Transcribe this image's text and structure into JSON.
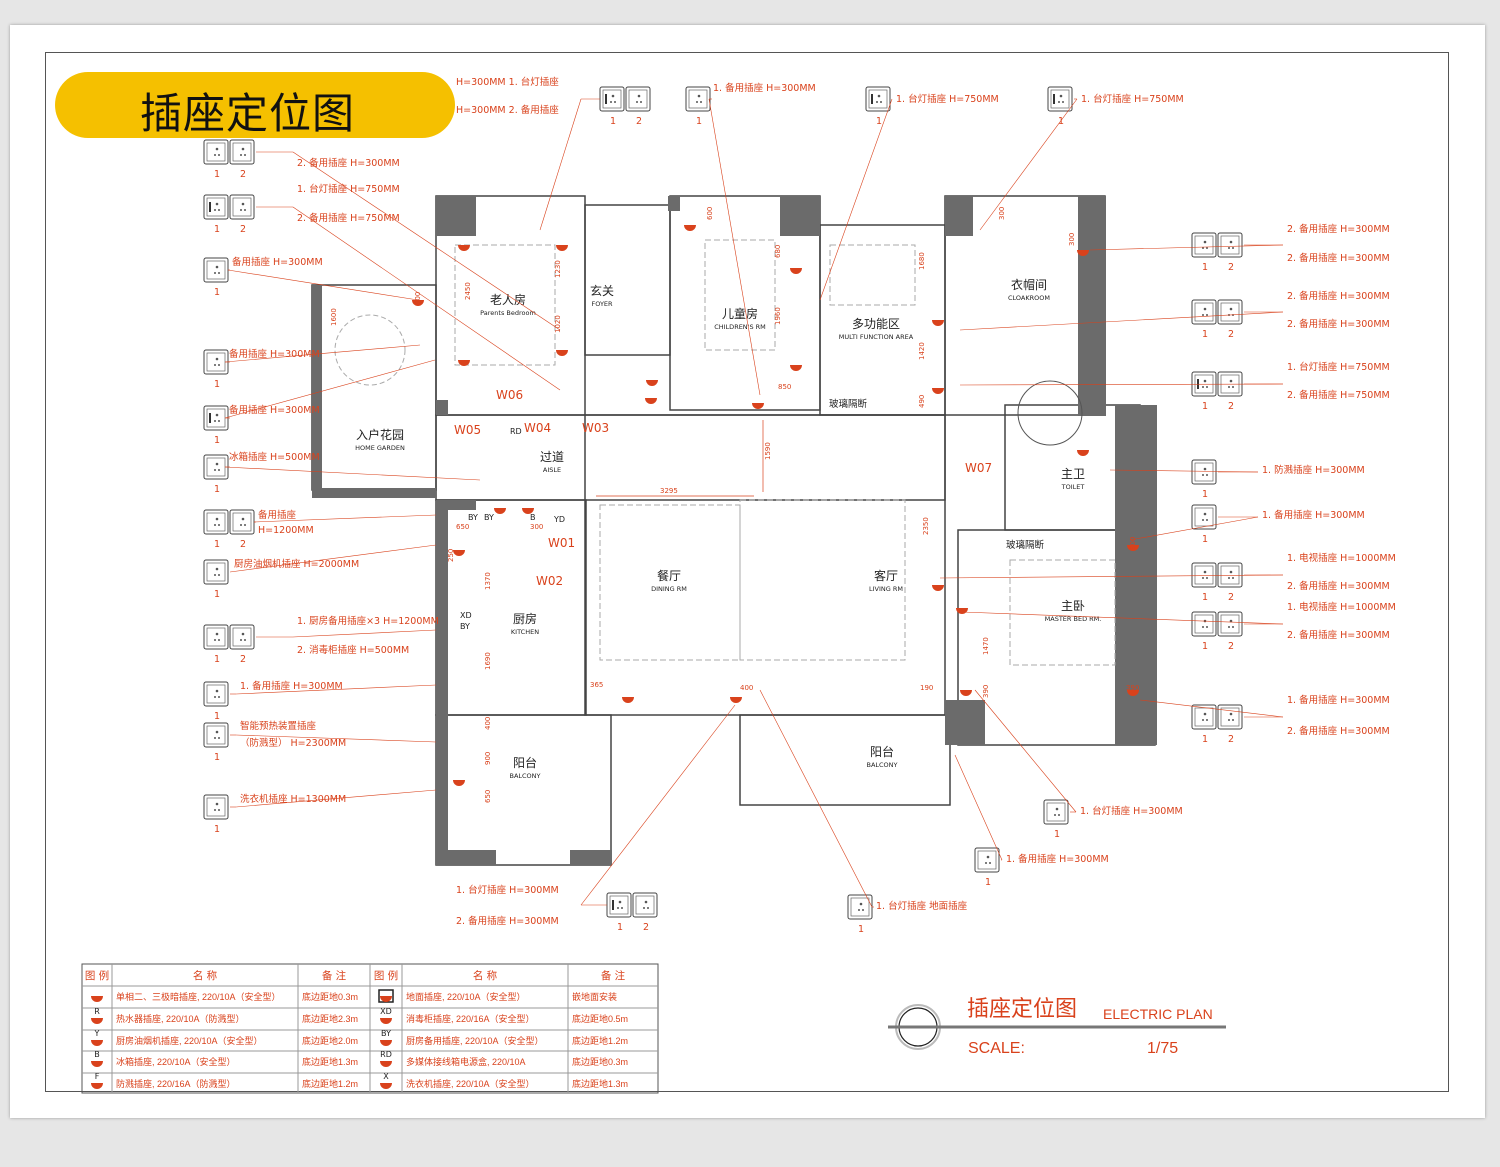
{
  "title": "插座定位图",
  "colors": {
    "accent_red": "#d9421c",
    "banner_yellow": "#f5c000",
    "wall_gray": "#6b6b6b"
  },
  "title_block": {
    "cn": "插座定位图",
    "en": "ELECTRIC PLAN",
    "scale_label": "SCALE:",
    "scale_value": "1/75"
  },
  "rooms": [
    {
      "cn": "老人房",
      "en": "Parents Bedroom"
    },
    {
      "cn": "玄关",
      "en": "FOYER"
    },
    {
      "cn": "儿童房",
      "en": "CHILDREN'S RM"
    },
    {
      "cn": "多功能区",
      "en": "MULTI FUNCTION AREA"
    },
    {
      "cn": "衣帽间",
      "en": "CLOAKROOM"
    },
    {
      "cn": "入户花园",
      "en": "HOME GARDEN"
    },
    {
      "cn": "过道",
      "en": "AISLE"
    },
    {
      "cn": "主卫",
      "en": "TOILET"
    },
    {
      "cn": "餐厅",
      "en": "DINING RM"
    },
    {
      "cn": "客厅",
      "en": "LIVING RM"
    },
    {
      "cn": "主卧",
      "en": "MASTER BED RM."
    },
    {
      "cn": "厨房",
      "en": "KITCHEN"
    },
    {
      "cn": "阳台",
      "en": "BALCONY"
    },
    {
      "cn": "阳台",
      "en": "BALCONY"
    }
  ],
  "notes": [
    "玻璃隔断",
    "玻璃隔断"
  ],
  "window_tags": [
    "W06",
    "W05",
    "W04",
    "W03",
    "W07",
    "W01",
    "W02"
  ],
  "equipment_tags": [
    "BY",
    "BY",
    "B",
    "YD",
    "XD",
    "BY",
    "RD"
  ],
  "dimensions": [
    "250",
    "2450",
    "1020",
    "1230",
    "600",
    "1600",
    "300",
    "680",
    "1960",
    "850",
    "300",
    "1680",
    "1420",
    "490",
    "300",
    "1590",
    "3295",
    "650",
    "300",
    "1370",
    "1690",
    "400",
    "900",
    "650",
    "365",
    "400",
    "190",
    "2350",
    "1470",
    "390",
    "390",
    "300"
  ],
  "callouts": [
    {
      "sockets": 2,
      "desk": true,
      "lines": [
        "H=300MM   1. 台灯插座",
        "H=300MM   2. 备用插座"
      ],
      "numbers": [
        "1",
        "2"
      ]
    },
    {
      "sockets": 1,
      "desk": false,
      "lines": [
        "1. 备用插座  H=300MM"
      ],
      "numbers": [
        "1"
      ]
    },
    {
      "sockets": 1,
      "desk": true,
      "lines": [
        "1. 台灯插座  H=750MM"
      ],
      "numbers": [
        "1"
      ]
    },
    {
      "sockets": 1,
      "desk": true,
      "lines": [
        "1. 台灯插座  H=750MM"
      ],
      "numbers": [
        "1"
      ]
    },
    {
      "sockets": 2,
      "desk": false,
      "lines": [
        "2. 备用插座    H=300MM"
      ],
      "numbers": [
        "1",
        "2"
      ]
    },
    {
      "sockets": 2,
      "desk": true,
      "lines": [
        "1. 台灯插座    H=750MM",
        "2. 备用插座    H=750MM"
      ],
      "numbers": [
        "1",
        "2"
      ]
    },
    {
      "sockets": 1,
      "desk": false,
      "lines": [
        "备用插座 H=300MM"
      ],
      "numbers": [
        "1"
      ]
    },
    {
      "sockets": 1,
      "desk": false,
      "lines": [
        "备用插座  H=300MM"
      ],
      "numbers": [
        "1"
      ]
    },
    {
      "sockets": 1,
      "desk": true,
      "lines": [
        "备用插座  H=300MM"
      ],
      "numbers": [
        "1"
      ]
    },
    {
      "sockets": 1,
      "desk": false,
      "lines": [
        "冰箱插座  H=500MM"
      ],
      "numbers": [
        "1"
      ]
    },
    {
      "sockets": 2,
      "desk": false,
      "lines": [
        "备用插座",
        "H=1200MM"
      ],
      "numbers": [
        "1",
        "2"
      ]
    },
    {
      "sockets": 1,
      "desk": false,
      "lines": [
        "厨房油烟机插座   H=2000MM"
      ],
      "numbers": [
        "1"
      ]
    },
    {
      "sockets": 2,
      "desk": false,
      "lines": [
        "1. 厨房备用插座×3 H=1200MM",
        "2. 消毒柜插座  H=500MM"
      ],
      "numbers": [
        "1",
        "2"
      ]
    },
    {
      "sockets": 1,
      "desk": false,
      "lines": [
        "1. 备用插座   H=300MM"
      ],
      "numbers": [
        "1"
      ]
    },
    {
      "sockets": 1,
      "desk": false,
      "lines": [
        "智能预热装置插座",
        "（防溅型）   H=2300MM"
      ],
      "numbers": [
        "1"
      ]
    },
    {
      "sockets": 1,
      "desk": false,
      "lines": [
        "洗衣机插座 H=1300MM"
      ],
      "numbers": [
        "1"
      ]
    },
    {
      "sockets": 2,
      "desk": true,
      "lines": [
        "1. 台灯插座     H=300MM",
        "2. 备用插座     H=300MM"
      ],
      "numbers": [
        "1",
        "2"
      ]
    },
    {
      "sockets": 1,
      "desk": false,
      "lines": [
        "1. 台灯插座    地面插座"
      ],
      "numbers": [
        "1"
      ]
    },
    {
      "sockets": 1,
      "desk": false,
      "lines": [
        "1. 备用插座      H=300MM"
      ],
      "numbers": [
        "1"
      ]
    },
    {
      "sockets": 1,
      "desk": false,
      "lines": [
        "1. 台灯插座     H=300MM"
      ],
      "numbers": [
        "1"
      ]
    },
    {
      "sockets": 2,
      "desk": false,
      "lines": [
        "2. 备用插座    H=300MM",
        "2. 备用插座    H=300MM"
      ],
      "numbers": [
        "1",
        "2"
      ]
    },
    {
      "sockets": 2,
      "desk": false,
      "lines": [
        "2. 备用插座    H=300MM",
        "2. 备用插座    H=300MM"
      ],
      "numbers": [
        "1",
        "2"
      ]
    },
    {
      "sockets": 2,
      "desk": true,
      "lines": [
        "1. 台灯插座    H=750MM",
        "2. 备用插座    H=750MM"
      ],
      "numbers": [
        "1",
        "2"
      ]
    },
    {
      "sockets": 1,
      "desk": false,
      "lines": [
        "1. 防溅插座              H=300MM"
      ],
      "numbers": [
        "1"
      ]
    },
    {
      "sockets": 1,
      "desk": false,
      "lines": [
        "1. 备用插座              H=300MM"
      ],
      "numbers": [
        "1"
      ]
    },
    {
      "sockets": 2,
      "desk": false,
      "lines": [
        "1. 电视插座 H=1000MM",
        "2. 备用插座    H=300MM"
      ],
      "numbers": [
        "1",
        "2"
      ]
    },
    {
      "sockets": 2,
      "desk": false,
      "lines": [
        "1. 电视插座 H=1000MM",
        "2. 备用插座    H=300MM"
      ],
      "numbers": [
        "1",
        "2"
      ]
    },
    {
      "sockets": 2,
      "desk": false,
      "lines": [
        "1. 备用插座    H=300MM",
        "2. 备用插座    H=300MM"
      ],
      "numbers": [
        "1",
        "2"
      ]
    }
  ],
  "legend": {
    "headers": [
      "图 例",
      "名  称",
      "备  注",
      "图 例",
      "名  称",
      "备  注"
    ],
    "rows": [
      {
        "left_tag": "",
        "left_name": "单相二、三极暗插座, 220/10A（安全型）",
        "left_note": "底边距地0.3m",
        "right_tag": "",
        "right_name": "地面插座, 220/10A（安全型）",
        "right_note": "嵌地面安装"
      },
      {
        "left_tag": "R",
        "left_name": "热水器插座, 220/10A（防溅型）",
        "left_note": "底边距地2.3m",
        "right_tag": "XD",
        "right_name": "消毒柜插座, 220/16A（安全型）",
        "right_note": "底边距地0.5m"
      },
      {
        "left_tag": "Y",
        "left_name": "厨房油烟机插座, 220/10A（安全型）",
        "left_note": "底边距地2.0m",
        "right_tag": "BY",
        "right_name": "厨房备用插座, 220/10A（安全型）",
        "right_note": "底边距地1.2m"
      },
      {
        "left_tag": "B",
        "left_name": "冰箱插座, 220/10A（安全型）",
        "left_note": "底边距地1.3m",
        "right_tag": "RD",
        "right_name": "多媒体接线箱电源盒, 220/10A",
        "right_note": "底边距地0.3m"
      },
      {
        "left_tag": "F",
        "left_name": "防溅插座, 220/16A（防溅型）",
        "left_note": "底边距地1.2m",
        "right_tag": "X",
        "right_name": "洗衣机插座, 220/10A（安全型）",
        "right_note": "底边距地1.3m"
      }
    ]
  }
}
